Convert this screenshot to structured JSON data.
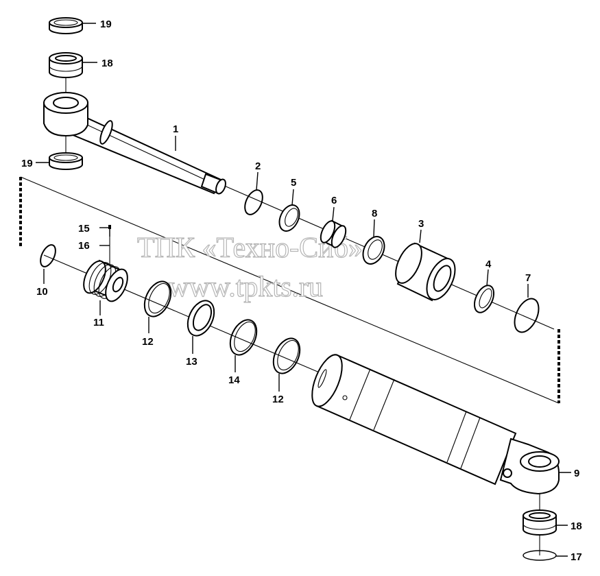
{
  "watermark": {
    "line1": "ТПК «Техно-Сиб»",
    "line2": "www.tpkts.ru"
  },
  "labels": {
    "p1": "1",
    "p2": "2",
    "p3": "3",
    "p4": "4",
    "p5": "5",
    "p6": "6",
    "p7": "7",
    "p8": "8",
    "p9": "9",
    "p10": "10",
    "p11": "11",
    "p12a": "12",
    "p12b": "12",
    "p13": "13",
    "p14": "14",
    "p15": "15",
    "p16": "16",
    "p17": "17",
    "p18a": "18",
    "p18b": "18",
    "p19a": "19",
    "p19b": "19"
  }
}
